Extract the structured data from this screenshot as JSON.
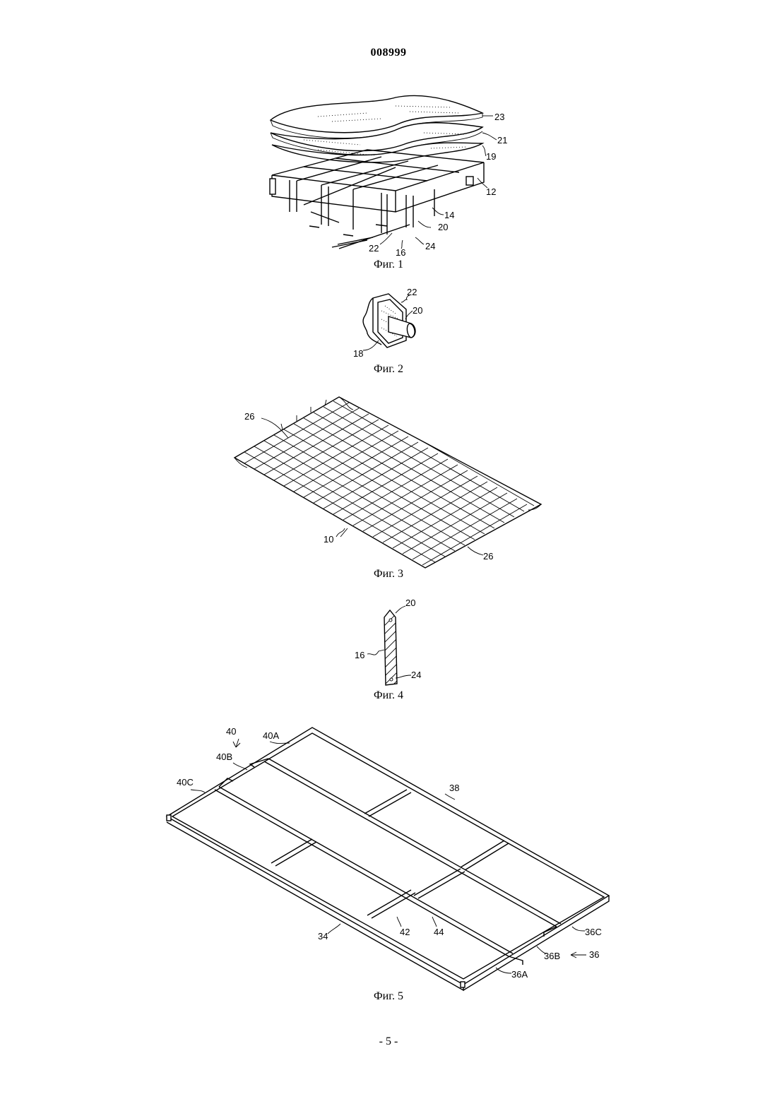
{
  "document": {
    "number": "008999",
    "page_label": "- 5 -"
  },
  "figures": [
    {
      "caption": "Фиг. 1",
      "labels": [
        "23",
        "21",
        "19",
        "12",
        "14",
        "20",
        "24",
        "16",
        "22"
      ]
    },
    {
      "caption": "Фиг. 2",
      "labels": [
        "22",
        "20",
        "18"
      ]
    },
    {
      "caption": "Фиг. 3",
      "labels": [
        "26",
        "10",
        "26"
      ]
    },
    {
      "caption": "Фиг. 4",
      "labels": [
        "20",
        "16",
        "24"
      ]
    },
    {
      "caption": "Фиг. 5",
      "labels": [
        "40",
        "40A",
        "40B",
        "40C",
        "38",
        "34",
        "42",
        "44",
        "36C",
        "36B",
        "36",
        "36A"
      ]
    }
  ]
}
